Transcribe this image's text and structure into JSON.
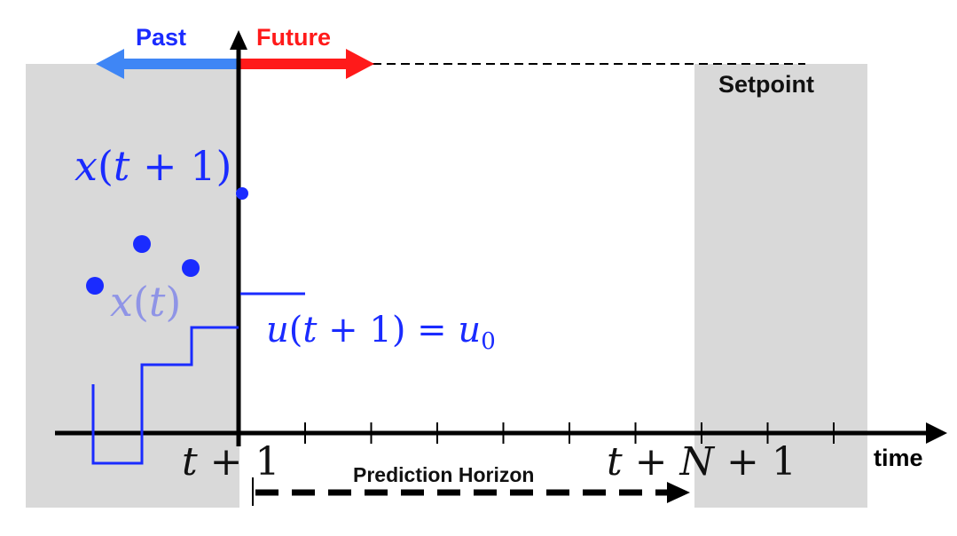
{
  "labels": {
    "past": "Past",
    "future": "Future",
    "setpoint": "Setpoint",
    "time": "time",
    "prediction_horizon": "Prediction Horizon"
  },
  "math": {
    "x_t1": {
      "f": "x",
      "open": "(",
      "var": "t",
      "op": " + ",
      "num": "1",
      "close": ")"
    },
    "x_t": {
      "f": "x",
      "open": "(",
      "var": "t",
      "close": ")"
    },
    "u_t1": {
      "f": "u",
      "open": "(",
      "var": "t",
      "op": " + ",
      "num": "1",
      "close": ")",
      "eq": " = ",
      "rhs": "u",
      "sub": "0"
    },
    "tick_t1": {
      "var": "t",
      "op": " + ",
      "num": "1"
    },
    "tick_tN1": {
      "var": "t",
      "op1": " + ",
      "N": "N",
      "op2": " + ",
      "num": "1"
    }
  },
  "colors": {
    "past": "#1a2bff",
    "past_arrow": "#3f86f5",
    "future": "#ff1a1a",
    "series": "#1a2bff",
    "x_t_label": "#8f94e6",
    "shade": "#d9d9d9",
    "axis": "#000000"
  },
  "icons": [
    "up-arrow-icon",
    "right-arrow-icon",
    "left-arrow-icon"
  ]
}
